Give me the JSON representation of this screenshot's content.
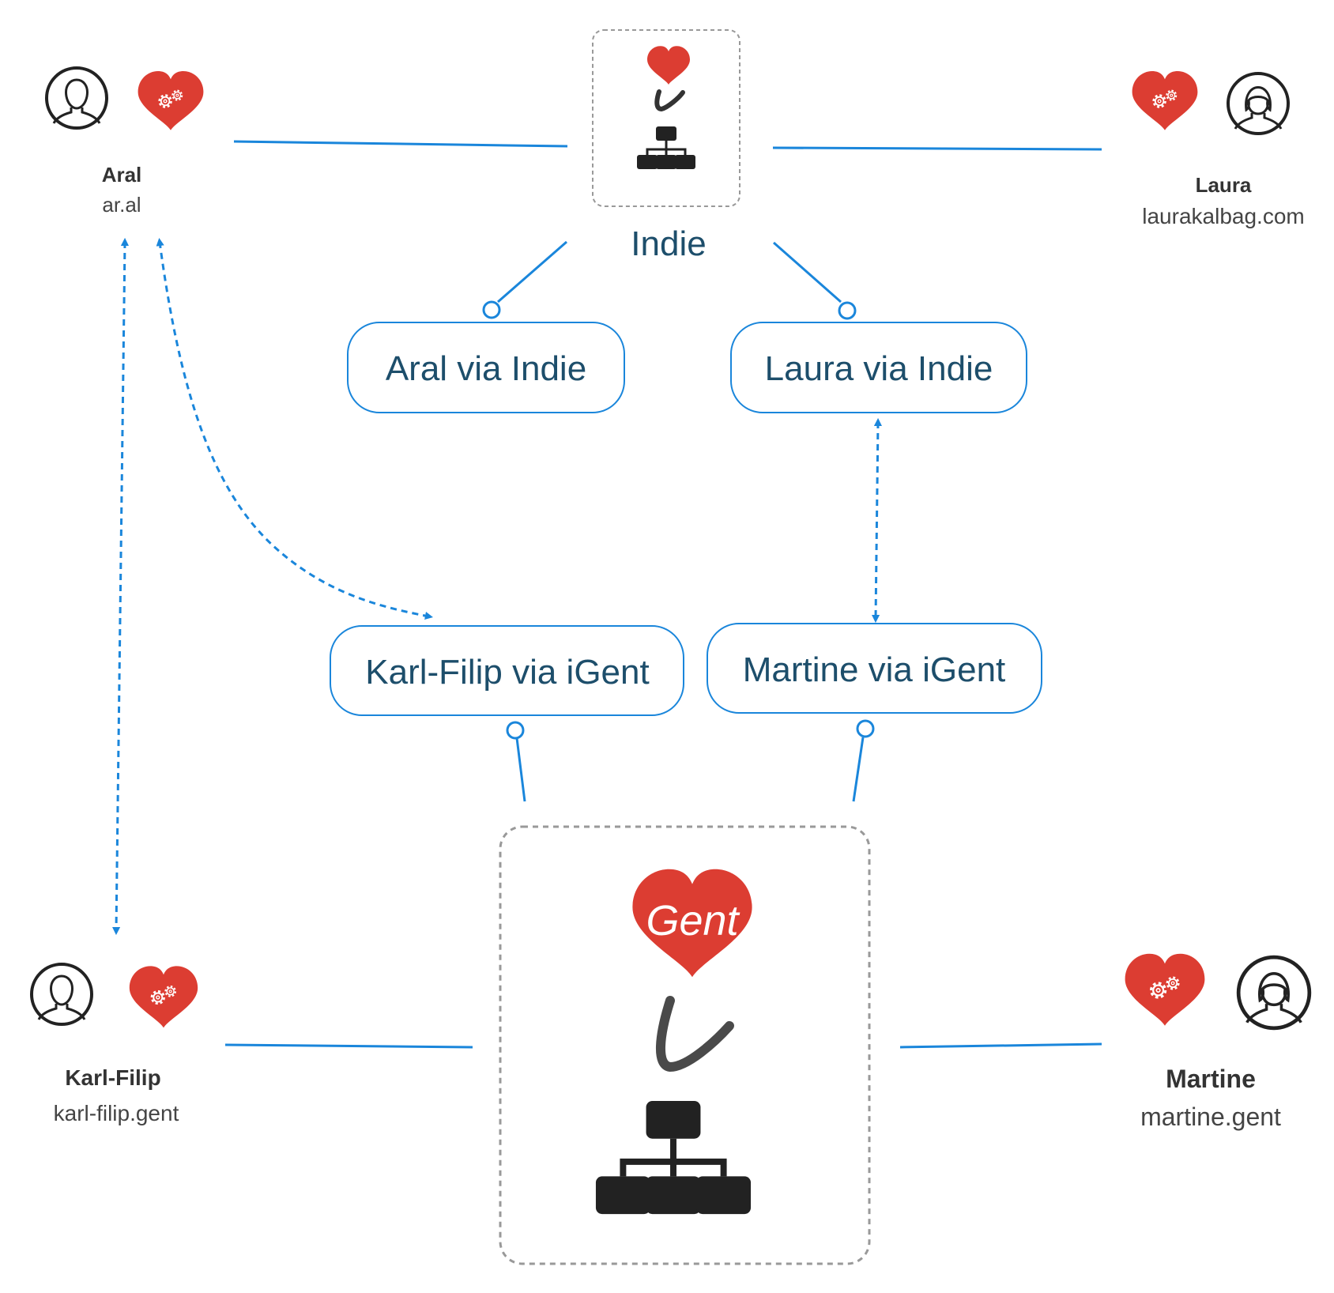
{
  "colors": {
    "line": "#1a86db",
    "heart": "#dc3d32",
    "dark": "#222222",
    "label": "#1d4e6b",
    "text": "#333333"
  },
  "servers": {
    "indie": {
      "label": "Indie",
      "icons": [
        "heart-icon",
        "indie-i-logo-icon",
        "sitemap-icon"
      ]
    },
    "gent": {
      "heart_text": "Gent",
      "icons": [
        "heart-icon",
        "indie-i-logo-icon",
        "sitemap-icon"
      ]
    }
  },
  "people": {
    "aral": {
      "name": "Aral",
      "domain": "ar.al"
    },
    "laura": {
      "name": "Laura",
      "domain": "laurakalbag.com"
    },
    "karl": {
      "name": "Karl-Filip",
      "domain": "karl-filip.gent"
    },
    "martine": {
      "name": "Martine",
      "domain": "martine.gent"
    }
  },
  "nodes": {
    "aral_indie": "Aral via Indie",
    "laura_indie": "Laura via Indie",
    "karl_igent": "Karl-Filip via iGent",
    "martine_igent": "Martine via iGent"
  }
}
